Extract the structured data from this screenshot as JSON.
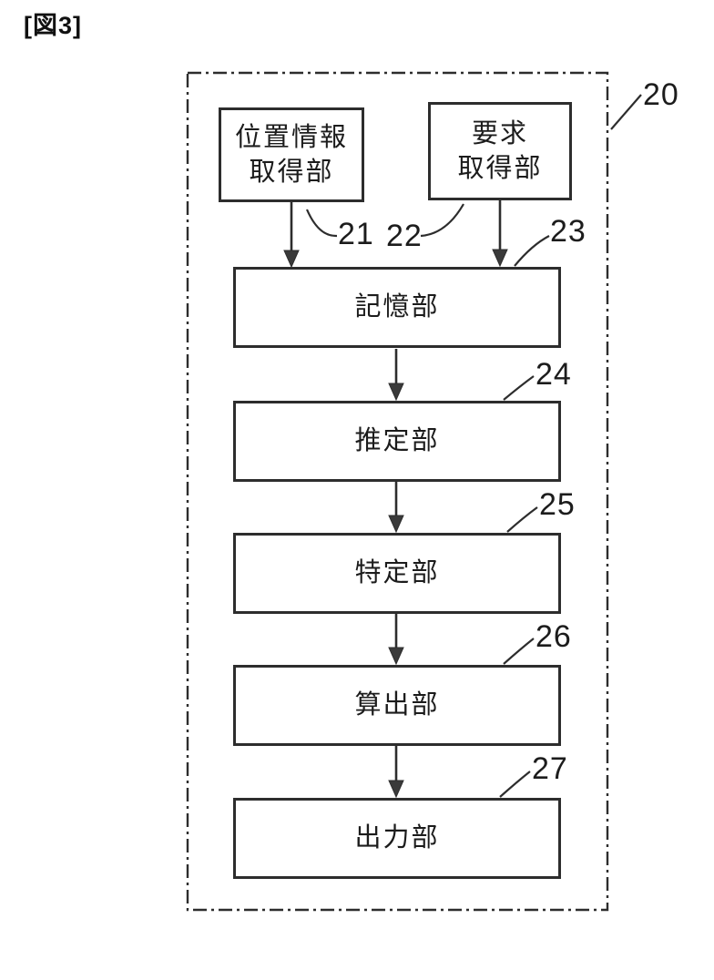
{
  "figure_label": "[図3]",
  "container": {
    "ref": "20"
  },
  "boxes": [
    {
      "name": "location-info-acquisition-unit",
      "lines": [
        "位置情報",
        "取得部"
      ],
      "ref": "21"
    },
    {
      "name": "request-acquisition-unit",
      "lines": [
        "要求",
        "取得部"
      ],
      "ref": "22"
    },
    {
      "name": "storage-unit",
      "lines": [
        "記憶部"
      ],
      "ref": "23"
    },
    {
      "name": "estimation-unit",
      "lines": [
        "推定部"
      ],
      "ref": "24"
    },
    {
      "name": "identification-unit",
      "lines": [
        "特定部"
      ],
      "ref": "25"
    },
    {
      "name": "calculation-unit",
      "lines": [
        "算出部"
      ],
      "ref": "26"
    },
    {
      "name": "output-unit",
      "lines": [
        "出力部"
      ],
      "ref": "27"
    }
  ],
  "colors": {
    "line": "#2d2d2d",
    "background": "#ffffff"
  }
}
